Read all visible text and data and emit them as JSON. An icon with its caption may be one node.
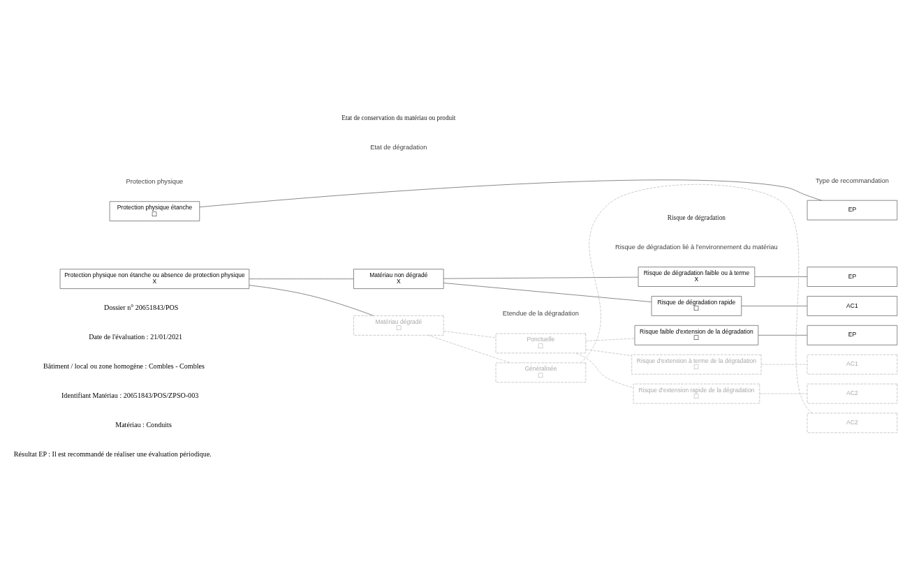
{
  "diagram": {
    "nodes": [
      {
        "text": [
          "Protection physique étanche",
          "☐"
        ]
      },
      {
        "text": [
          "EP"
        ]
      },
      {
        "text": [
          "Matériau non dégradé",
          "X"
        ]
      },
      {
        "text": [
          "Risque de dégradation faible ou à terme",
          "X"
        ]
      },
      {
        "text": [
          "EP"
        ]
      },
      {
        "text": [
          "Protection physique non étanche ou absence de protection physique",
          "X"
        ]
      },
      {
        "text": [
          "Risque de dégradation rapide",
          "☐"
        ]
      },
      {
        "text": [
          "AC1"
        ]
      },
      {
        "text": [
          "Risque faible d'extension de la dégradation",
          "☐"
        ]
      },
      {
        "text": [
          "EP"
        ]
      },
      {
        "text": [
          "Ponctuelle",
          "☐"
        ]
      },
      {
        "text": [
          "Risque d'extension à terme de la dégradation",
          "☐"
        ]
      },
      {
        "text": [
          "AC1"
        ]
      },
      {
        "text": [
          "Matériau dégradé",
          "☐"
        ]
      },
      {
        "text": [
          "Risque d'extension rapide de la dégradation",
          "☐"
        ]
      },
      {
        "text": [
          "AC2"
        ]
      },
      {
        "text": [
          "Généralisée",
          "☐"
        ]
      },
      {
        "text": [
          "AC2"
        ]
      }
    ],
    "edges": [
      {
        "from": 0,
        "to": 1,
        "arrow": "none"
      },
      {
        "from": 5,
        "to": 2,
        "arrow": "none"
      },
      {
        "from": 5,
        "to": 13,
        "arrow": "none"
      },
      {
        "from": 2,
        "to": 3,
        "arrow": "none"
      },
      {
        "from": 2,
        "to": 6,
        "arrow": "none"
      },
      {
        "from": 3,
        "to": 4,
        "arrow": "none"
      },
      {
        "from": 6,
        "to": 7,
        "arrow": "none"
      },
      {
        "from": 13,
        "to": 10,
        "arrow": "none",
        "style": "dashed",
        "color": "#c0c0c0"
      },
      {
        "from": 13,
        "to": 16,
        "arrow": "none",
        "style": "dashed",
        "color": "#c0c0c0"
      },
      {
        "from": 10,
        "to": 8,
        "arrow": "none",
        "style": "dashed",
        "color": "#c0c0c0"
      },
      {
        "from": 10,
        "to": 11,
        "arrow": "none",
        "style": "dashed",
        "color": "#c0c0c0"
      },
      {
        "from": 10,
        "to": 14,
        "arrow": "none",
        "style": "dashed",
        "color": "#c0c0c0"
      },
      {
        "from": 8,
        "to": 9,
        "arrow": "none"
      },
      {
        "from": 11,
        "to": 12,
        "arrow": "none",
        "style": "dashed",
        "color": "#c0c0c0"
      },
      {
        "from": 14,
        "to": 15,
        "arrow": "none",
        "style": "dashed",
        "color": "#c0c0c0"
      },
      {
        "from": 16,
        "to": 17,
        "arrow": "none",
        "style": "dashed",
        "color": "#c0c0c0"
      }
    ],
    "labels": [
      "Etat de conservation du matériau ou produit",
      "Risque de dégradation",
      "Protection physique",
      "Etat de dégradation",
      "Etendue de la dégradation",
      "Risque de dégradation lié à l'environnement du matériau",
      "Type de recommandation",
      "Dossier n° 20651843/POS",
      "Date de l'évaluation : 21/01/2021",
      "Bâtiment / local ou zone homogène : Combles - Combles",
      "Identifiant Matériau : 20651843/POS/ZPSO-003",
      "Matériau : Conduits",
      "Résultat EP : Il est recommandé de réaliser une évaluation périodique."
    ]
  }
}
